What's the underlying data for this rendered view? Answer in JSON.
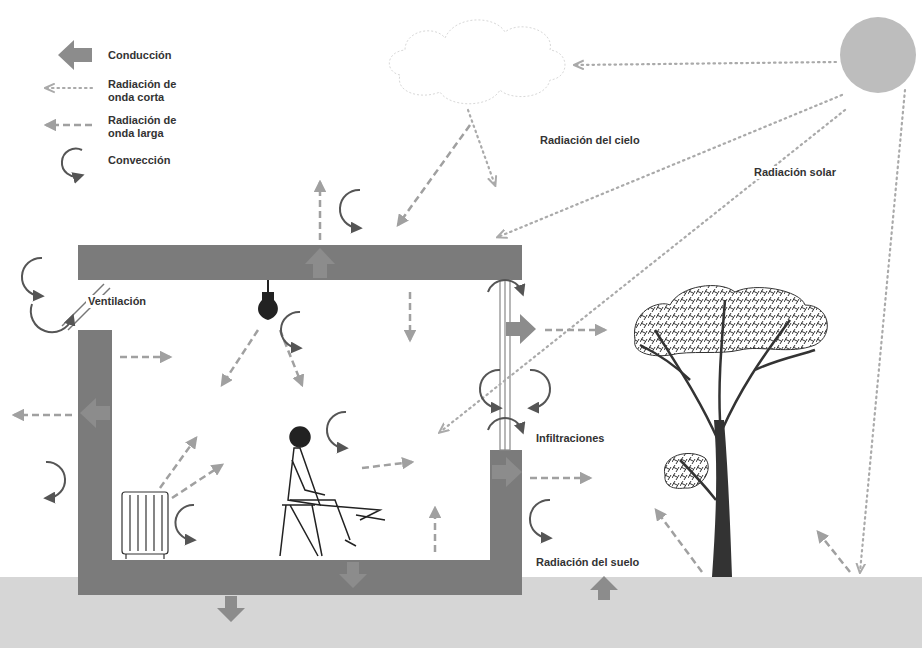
{
  "diagram": {
    "labels": [
      "Radiación del cielo",
      "Radiación solar",
      "Ventilación",
      "Infiltraciones",
      "Radiación del suelo"
    ],
    "legend": [
      {
        "text": "Conducción"
      },
      {
        "text": "Radiación de onda corta"
      },
      {
        "text": "Radiación de onda larga"
      },
      {
        "text": "Convección"
      }
    ]
  }
}
